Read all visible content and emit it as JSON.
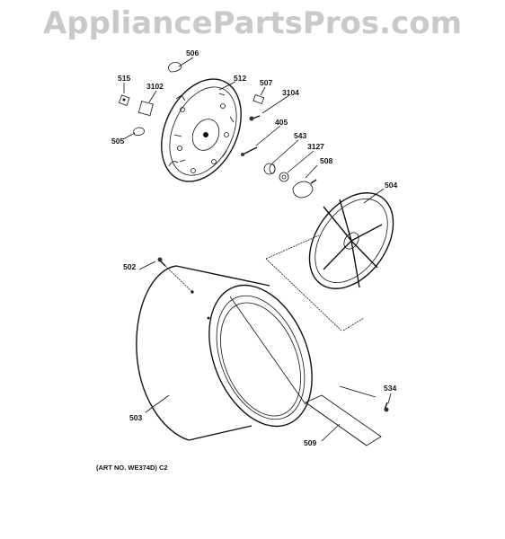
{
  "watermark": "AppliancePartsPros.com",
  "art_number": "(ART NO. WE374D) C2",
  "callouts": [
    "506",
    "515",
    "3102",
    "512",
    "507",
    "3104",
    "505",
    "405",
    "543",
    "3127",
    "508",
    "504",
    "502",
    "503",
    "534",
    "509"
  ]
}
